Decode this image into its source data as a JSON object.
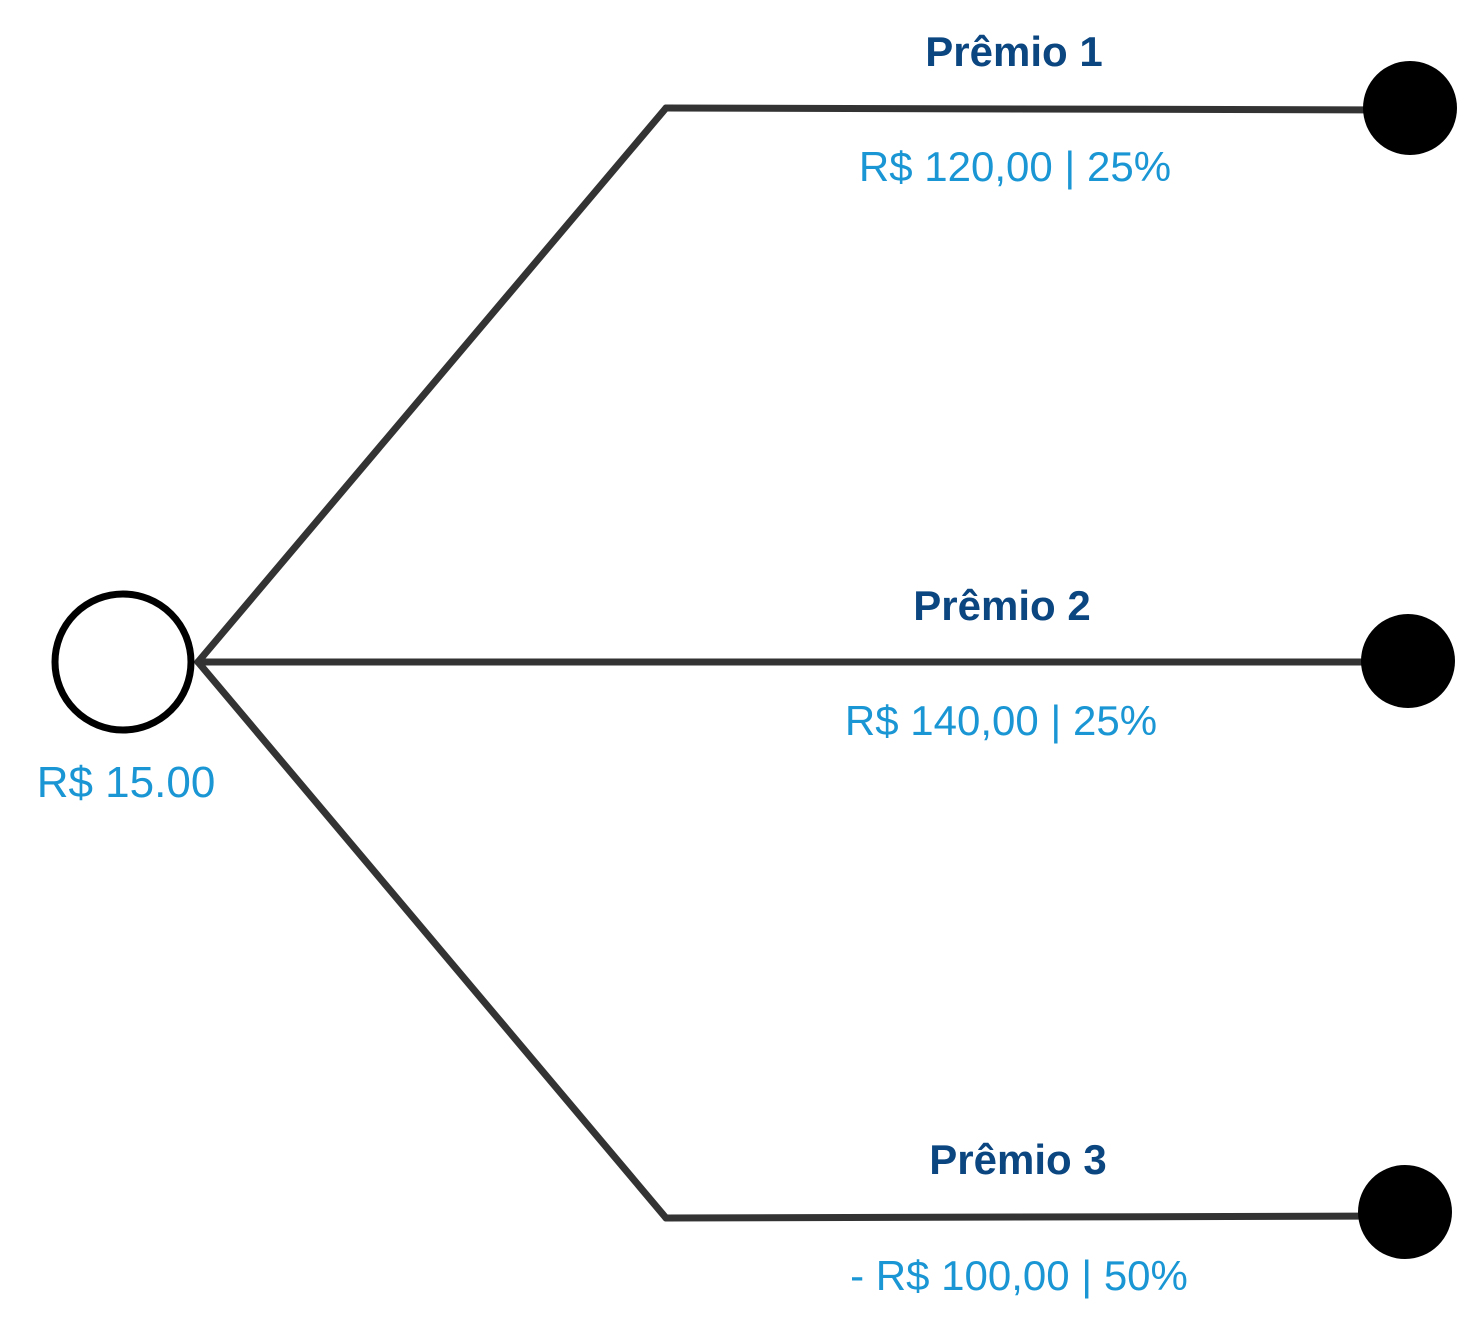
{
  "colors": {
    "title": "#0b4680",
    "value": "#1a96d4",
    "line": "#333333"
  },
  "root": {
    "value": "R$ 15.00"
  },
  "branches": [
    {
      "title": "Prêmio 1",
      "value": "R$ 120,00 | 25%"
    },
    {
      "title": "Prêmio 2",
      "value": "R$ 140,00 | 25%"
    },
    {
      "title": "Prêmio 3",
      "value": "- R$ 100,00 | 50%"
    }
  ]
}
